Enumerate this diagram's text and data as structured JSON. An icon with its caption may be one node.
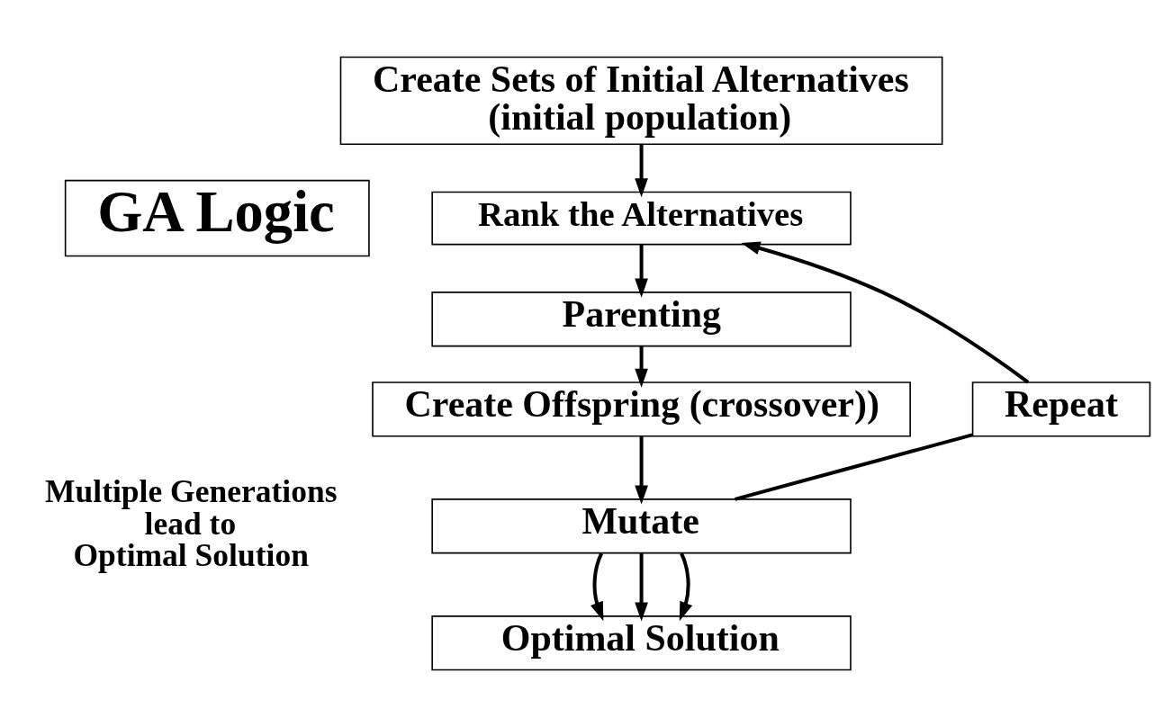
{
  "diagram": {
    "nodes": [
      {
        "text": [
          "Create Sets of Initial Alternatives (initial population)"
        ]
      },
      {
        "text": [
          "Rank the Alternatives"
        ]
      },
      {
        "text": [
          "Parenting"
        ]
      },
      {
        "text": [
          "Create Offspring (crossover))"
        ]
      },
      {
        "text": [
          "Mutate"
        ]
      },
      {
        "text": [
          "Optimal Solution"
        ]
      },
      {
        "text": [
          "GA Logic"
        ]
      },
      {
        "text": [
          "Repeat"
        ]
      }
    ],
    "edges": [
      {
        "from": 0,
        "to": 1,
        "arrow": "to"
      },
      {
        "from": 1,
        "to": 2,
        "arrow": "to"
      },
      {
        "from": 2,
        "to": 3,
        "arrow": "to"
      },
      {
        "from": 3,
        "to": 4,
        "arrow": "to"
      },
      {
        "from": 4,
        "to": 5,
        "arrow": "to"
      },
      {
        "from": 4,
        "to": 5,
        "arrow": "to"
      },
      {
        "from": 4,
        "to": 5,
        "arrow": "to"
      },
      {
        "from": 4,
        "to": 7,
        "arrow": "none"
      },
      {
        "from": 7,
        "to": 1,
        "arrow": "to"
      }
    ],
    "labels": [
      "Multiple Generations lead to Optimal Solution"
    ]
  }
}
